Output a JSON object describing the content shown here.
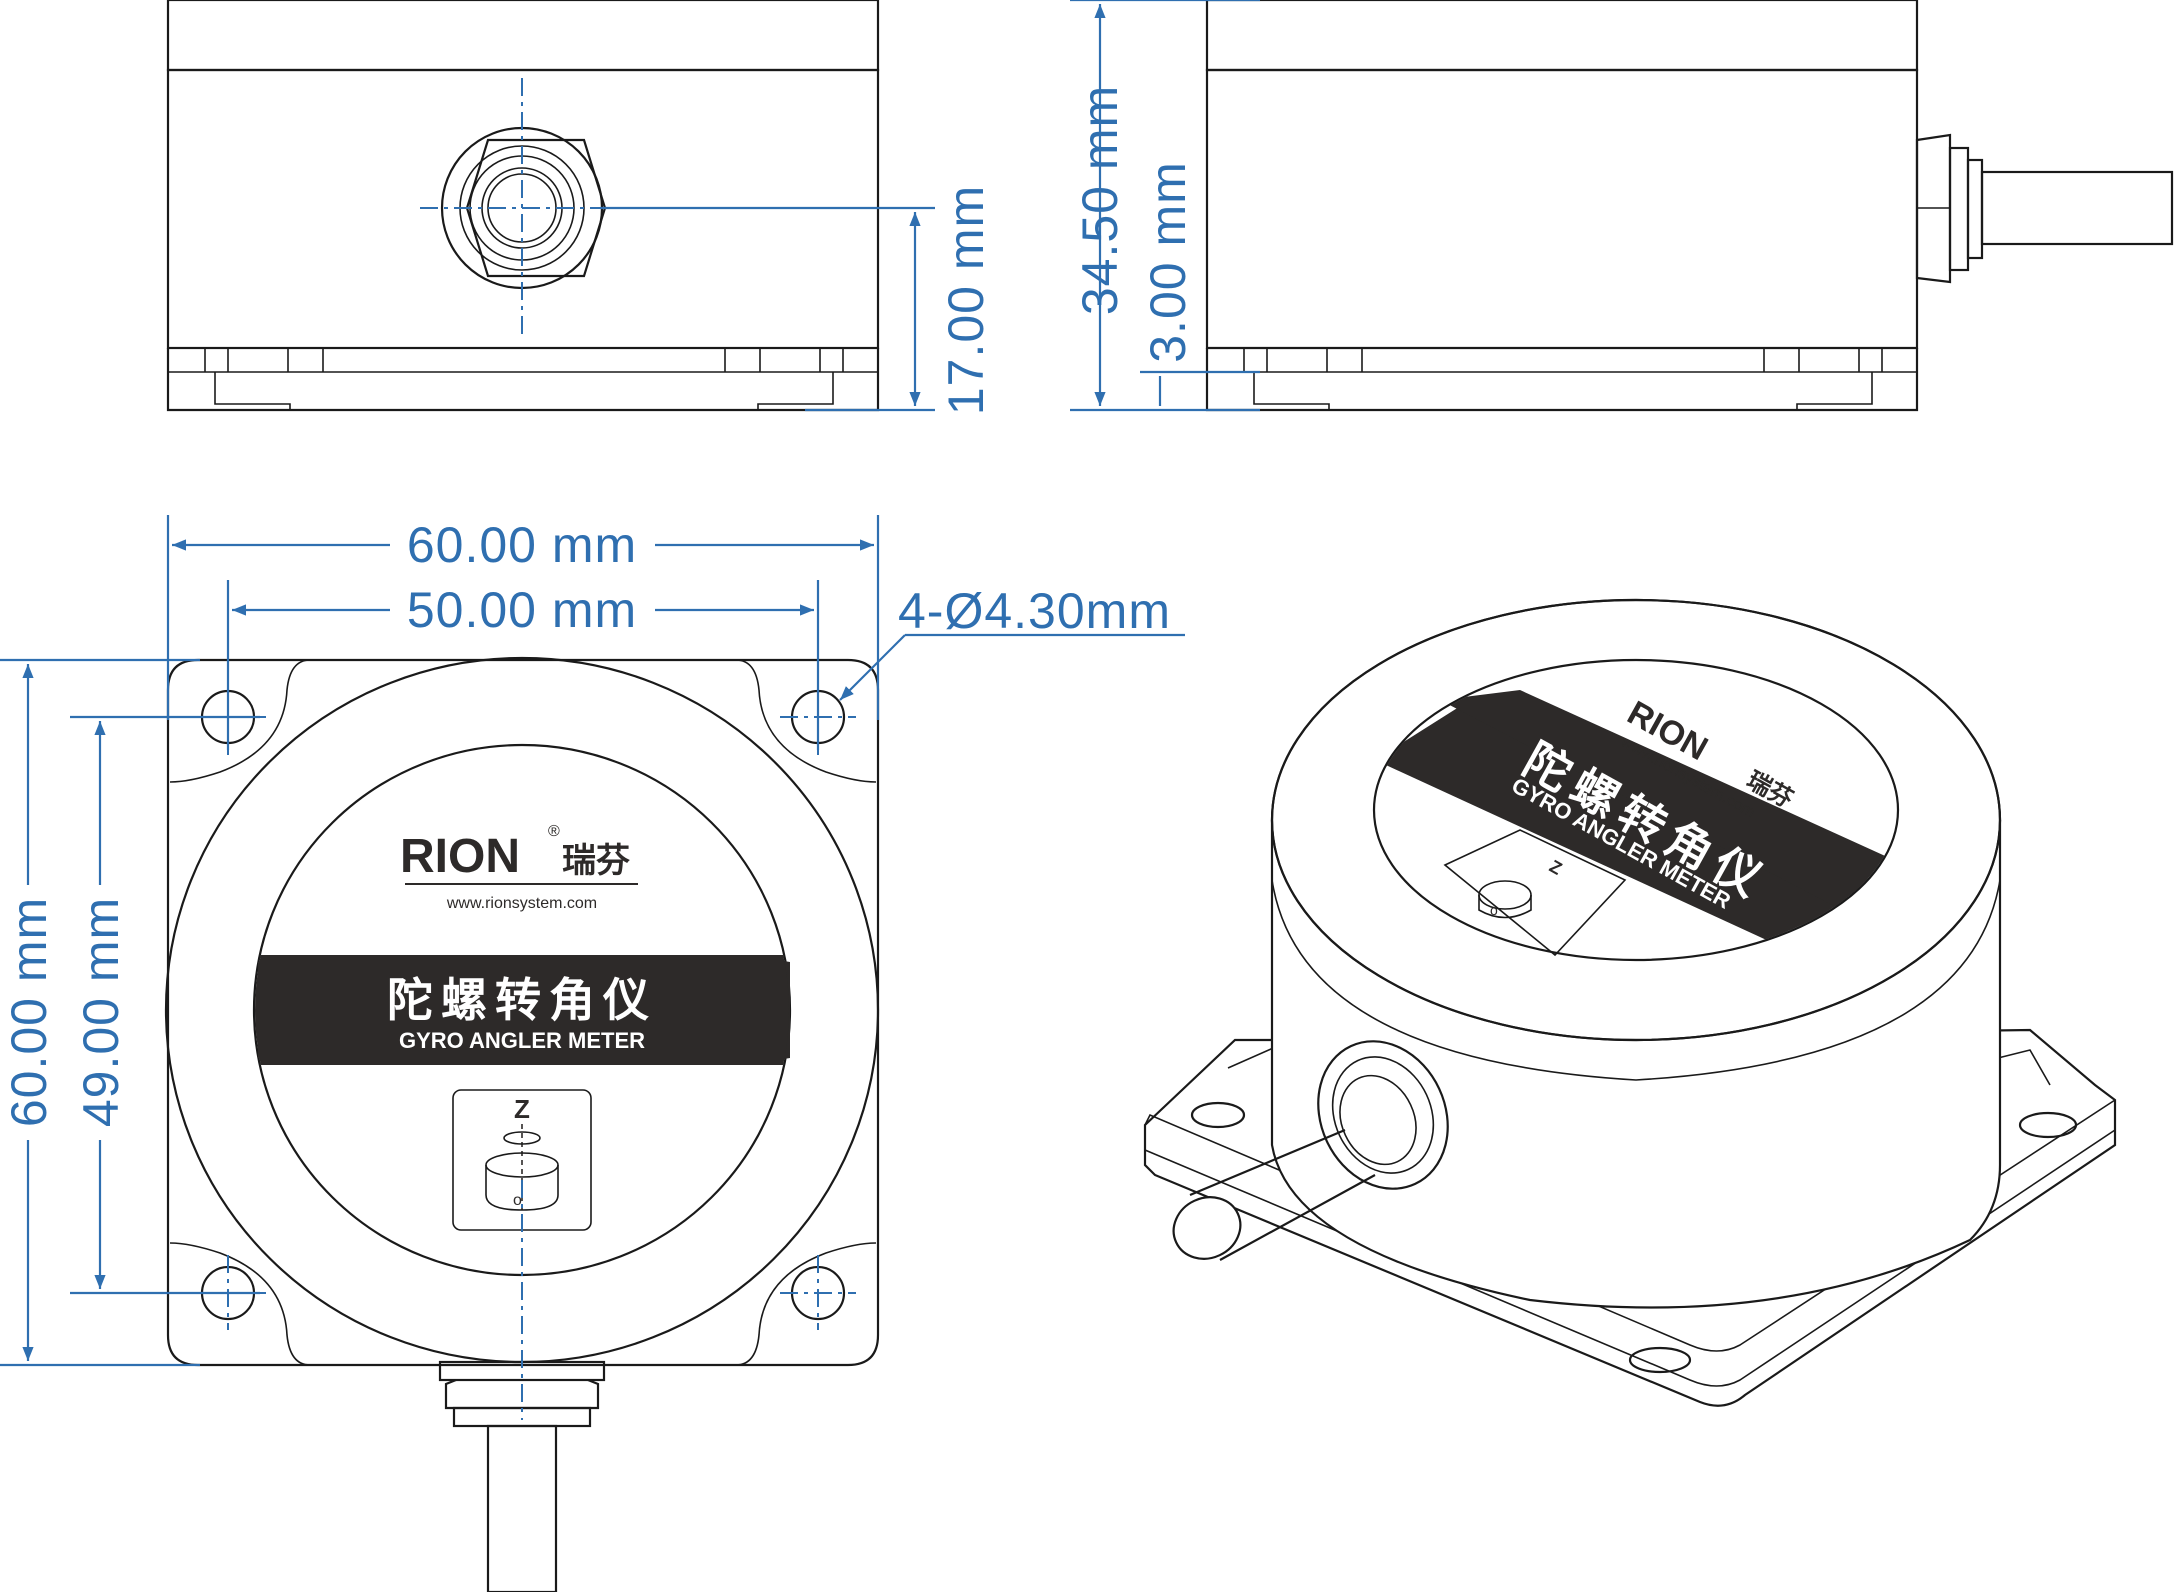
{
  "drawing": {
    "dimensions": {
      "front_height": "17.00 mm",
      "side_height": "34.50 mm",
      "side_base": "3.00 mm",
      "width_outer": "60.00 mm",
      "width_holes": "50.00 mm",
      "height_outer": "60.00 mm",
      "height_holes": "49.00 mm",
      "holes": "4-Ø4.30mm"
    },
    "label": {
      "brand": "RION",
      "brand_cn": "瑞芬",
      "registered": "®",
      "website": "www.rionsystem.com",
      "product_cn": "陀螺转角仪",
      "product_en": "GYRO ANGLER METER",
      "axis": "Z",
      "origin": "o"
    },
    "colors": {
      "dimension": "#2f6fb0",
      "band": "#2d2a29",
      "outline": "#1a1a1a"
    }
  }
}
